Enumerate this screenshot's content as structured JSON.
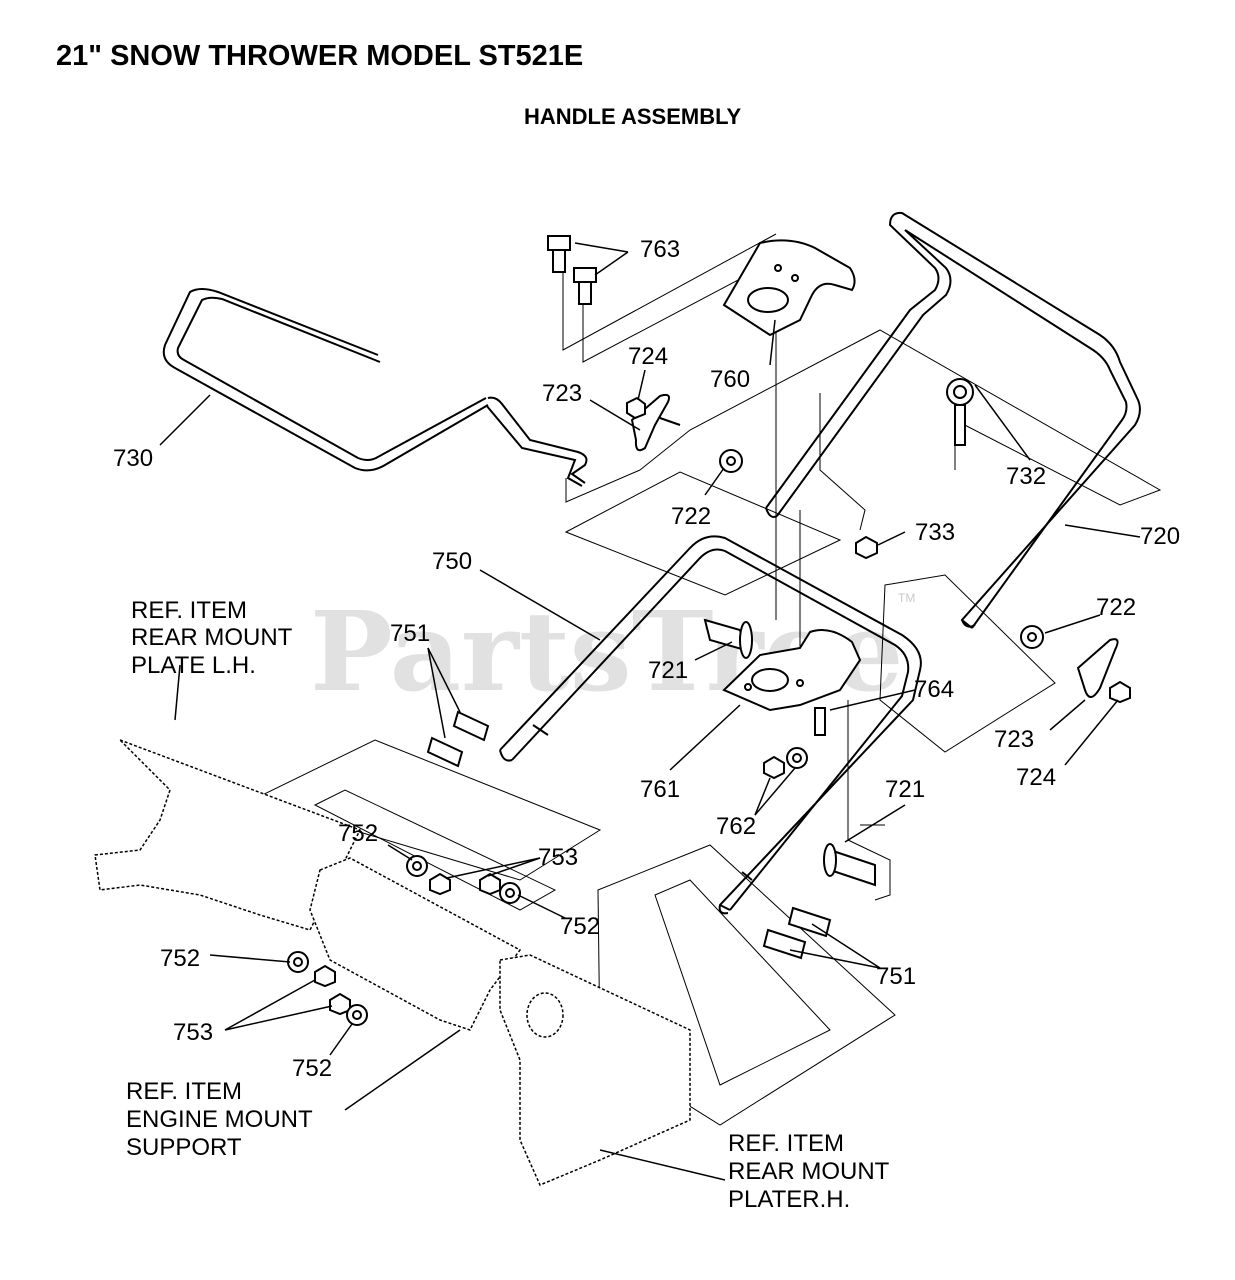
{
  "header": {
    "title": "21\" SNOW THROWER MODEL  ST521E",
    "section": "HANDLE ASSEMBLY"
  },
  "watermark": {
    "text": "PartsTree",
    "tm": "TM"
  },
  "callouts": {
    "c763": "763",
    "c760": "760",
    "c724a": "724",
    "c723a": "723",
    "c730": "730",
    "c722a": "722",
    "c732": "732",
    "c720": "720",
    "c733": "733",
    "c750": "750",
    "c751a": "751",
    "c721a": "721",
    "c722b": "722",
    "c764": "764",
    "c723b": "723",
    "c724b": "724",
    "c761": "761",
    "c721b": "721",
    "c762": "762",
    "c752a": "752",
    "c753a": "753",
    "c752b": "752",
    "c752c": "752",
    "c753b": "753",
    "c752d": "752",
    "c751b": "751"
  },
  "refs": {
    "rear_lh": [
      "REF. ITEM",
      "REAR MOUNT",
      "PLATE L.H."
    ],
    "engine": [
      "REF. ITEM",
      "ENGINE MOUNT",
      "SUPPORT"
    ],
    "rear_rh": [
      "REF. ITEM",
      "REAR MOUNT",
      "PLATER.H."
    ]
  }
}
